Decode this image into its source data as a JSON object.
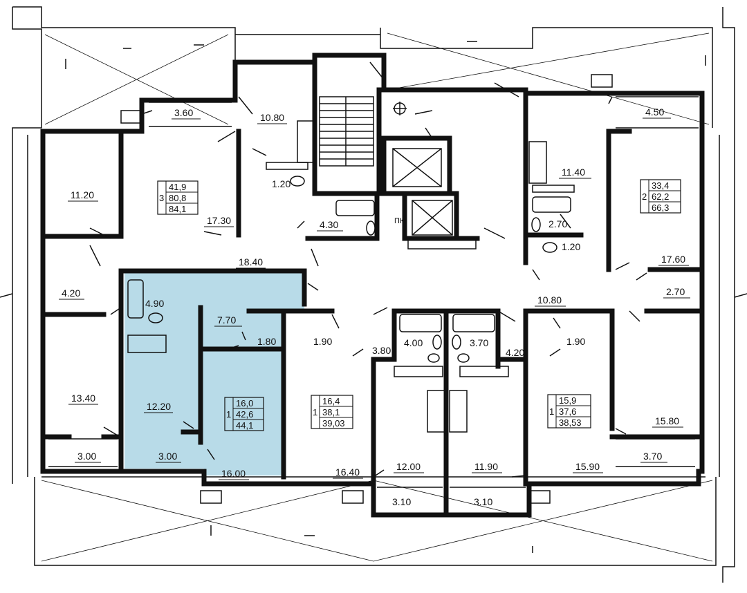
{
  "plan": {
    "highlight_color": "#b8dbe8",
    "wall_color": "#111111",
    "room_areas": {
      "r_360": "3.60",
      "r_1080_top": "10.80",
      "r_450": "4.50",
      "r_1120": "11.20",
      "r_1730": "17.30",
      "r_120_a": "1.20",
      "r_430": "4.30",
      "r_1140": "11.40",
      "r_270_a": "2.70",
      "r_120_b": "1.20",
      "r_1840": "18.40",
      "r_1760": "17.60",
      "r_420_a": "4.20",
      "r_490": "4.90",
      "r_770": "7.70",
      "r_1080_mid": "10.80",
      "r_270_b": "2.70",
      "r_180": "1.80",
      "r_190_a": "1.90",
      "r_380": "3.80",
      "r_400": "4.00",
      "r_370_a": "3.70",
      "r_420_b": "4.20",
      "r_190_b": "1.90",
      "r_1340": "13.40",
      "r_1220": "12.20",
      "r_1580": "15.80",
      "r_300_a": "3.00",
      "r_300_b": "3.00",
      "r_1600": "16.00",
      "r_1640": "16.40",
      "r_1200": "12.00",
      "r_1190": "11.90",
      "r_1590": "15.90",
      "r_370_b": "3.70",
      "r_310_a": "3.10",
      "r_310_b": "3.10"
    },
    "apartments": [
      {
        "rooms": "3",
        "living": "41,9",
        "total": "80,8",
        "with_balcony": "84,1"
      },
      {
        "rooms": "2",
        "living": "33,4",
        "total": "62,2",
        "with_balcony": "66,3"
      },
      {
        "rooms": "1",
        "living": "16,0",
        "total": "42,6",
        "with_balcony": "44,1"
      },
      {
        "rooms": "1",
        "living": "16,4",
        "total": "38,1",
        "with_balcony": "39,03"
      },
      {
        "rooms": "1",
        "living": "15,9",
        "total": "37,6",
        "with_balcony": "38,53"
      }
    ],
    "marks": {
      "pk": "ПК"
    }
  }
}
